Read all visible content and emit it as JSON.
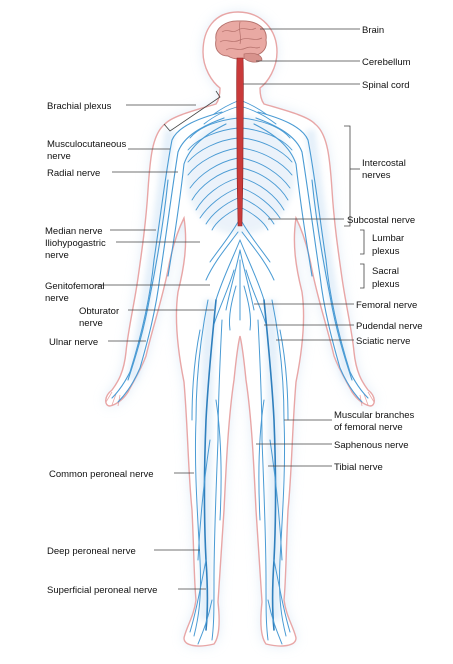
{
  "colors": {
    "outline": "#e8a6a6",
    "glow": "#c9def2",
    "nerve": "#4a9bd4",
    "spinal_cord": "#c93a3a",
    "brain": "#e9a9a3",
    "leader": "#444444",
    "text": "#111111"
  },
  "labels": {
    "brain": "Brain",
    "cerebellum": "Cerebellum",
    "spinal_cord": "Spinal cord",
    "brachial_plexus": "Brachial plexus",
    "musculocutaneous_1": "Musculocutaneous",
    "musculocutaneous_2": "nerve",
    "radial": "Radial nerve",
    "intercostal_1": "Intercostal",
    "intercostal_2": "nerves",
    "subcostal": "Subcostal nerve",
    "median": "Median nerve",
    "iliohypogastric_1": "Iliohypogastric",
    "iliohypogastric_2": "nerve",
    "lumbar_1": "Lumbar",
    "lumbar_2": "plexus",
    "sacral_1": "Sacral",
    "sacral_2": "plexus",
    "genitofemoral_1": "Genitofemoral",
    "genitofemoral_2": "nerve",
    "femoral": "Femoral nerve",
    "obturator_1": "Obturator",
    "obturator_2": "nerve",
    "pudendal": "Pudendal nerve",
    "ulnar": "Ulnar nerve",
    "sciatic": "Sciatic nerve",
    "muscular_femoral_1": "Muscular branches",
    "muscular_femoral_2": "of femoral nerve",
    "saphenous": "Saphenous nerve",
    "tibial": "Tibial nerve",
    "common_peroneal": "Common peroneal nerve",
    "deep_peroneal": "Deep peroneal nerve",
    "superficial_peroneal": "Superficial peroneal nerve"
  }
}
